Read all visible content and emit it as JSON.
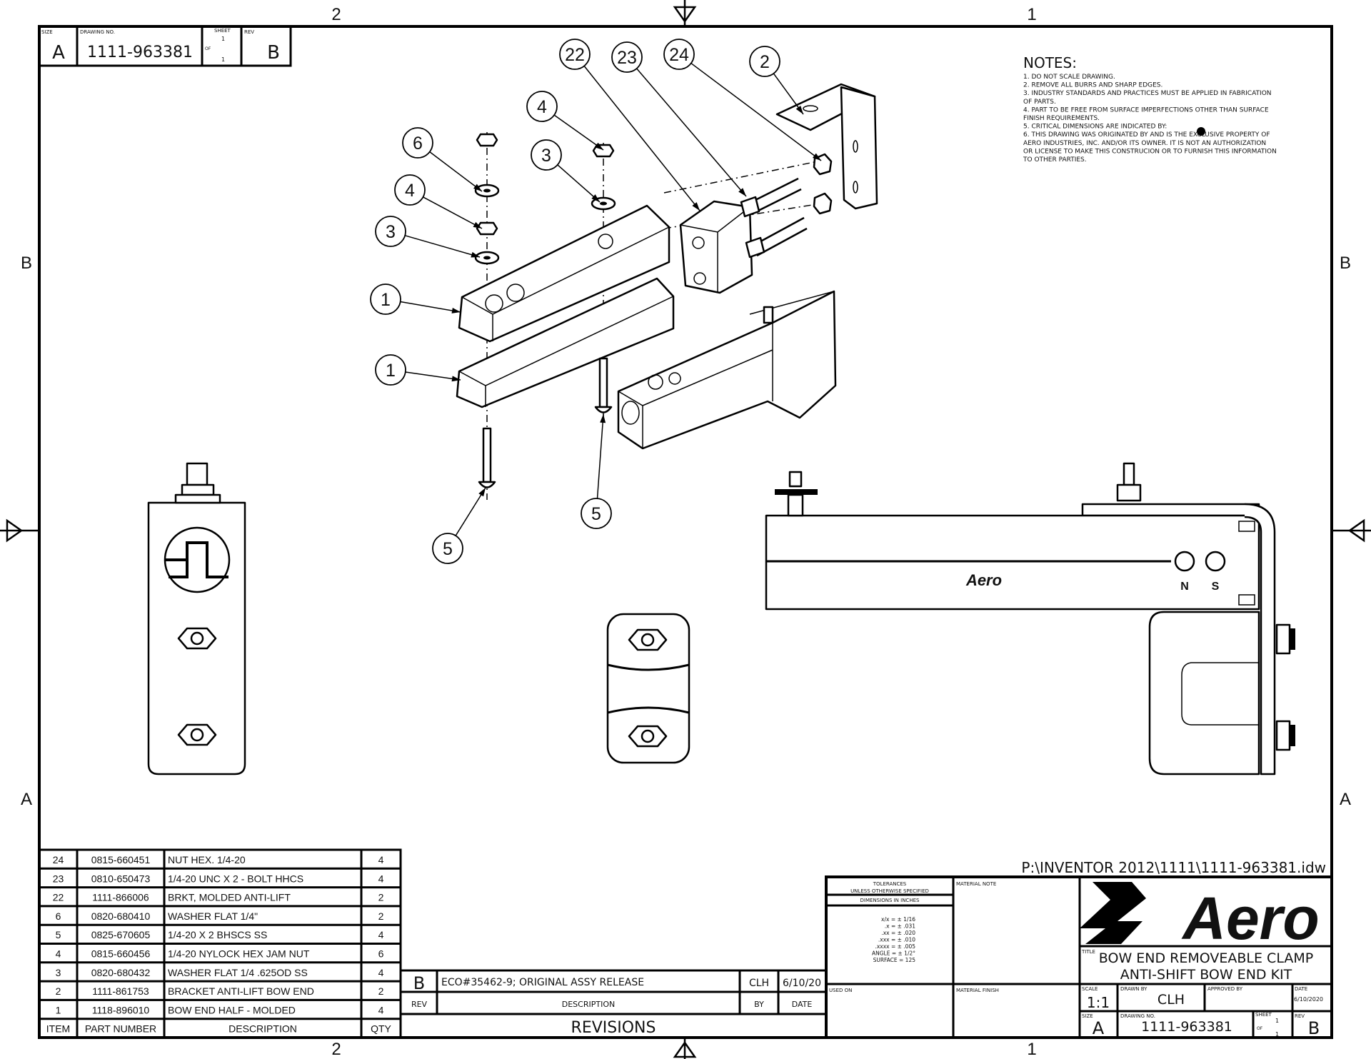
{
  "zones": {
    "top": [
      "2",
      "1"
    ],
    "bottom": [
      "2",
      "1"
    ],
    "left": [
      "B",
      "A"
    ],
    "right": [
      "B",
      "A"
    ]
  },
  "corner_block": {
    "size_label": "SIZE",
    "size": "A",
    "drawing_no_label": "DRAWING NO.",
    "drawing_no": "1111-963381",
    "sheet_label": "SHEET",
    "sheet": "1",
    "of_label": "OF",
    "of": "1",
    "rev_label": "REV",
    "rev": "B"
  },
  "notes": {
    "title": "NOTES:",
    "lines": [
      "1. DO NOT SCALE DRAWING.",
      "2. REMOVE ALL BURRS AND SHARP EDGES.",
      "3. INDUSTRY STANDARDS AND PRACTICES MUST BE APPLIED IN FABRICATION",
      "OF PARTS.",
      "4. PART TO BE FREE FROM SURFACE IMPERFECTIONS OTHER THAN SURFACE",
      "FINISH REQUIREMENTS.",
      "5. CRITICAL DIMENSIONS ARE INDICATED BY:",
      "6. THIS DRAWING WAS ORIGINATED BY AND IS THE EXCLUSIVE PROPERTY OF",
      "AERO INDUSTRIES, INC. AND/OR ITS OWNER.  IT IS NOT AN AUTHORIZATION",
      "OR LICENSE TO MAKE THIS CONSTRUCION OR TO FURNISH THIS INFORMATION",
      "TO OTHER PARTIES."
    ]
  },
  "balloons": [
    "22",
    "23",
    "24",
    "2",
    "4",
    "3",
    "6",
    "4",
    "3",
    "1",
    "1",
    "5",
    "5"
  ],
  "views": {
    "stamp_logo": "Aero",
    "hole_labels": [
      "N",
      "S"
    ]
  },
  "bom": {
    "headers": [
      "ITEM",
      "PART NUMBER",
      "DESCRIPTION",
      "QTY"
    ],
    "rows": [
      [
        "24",
        "0815-660451",
        "NUT HEX. 1/4-20",
        "4"
      ],
      [
        "23",
        "0810-650473",
        "1/4-20 UNC X 2 - BOLT HHCS",
        "4"
      ],
      [
        "22",
        "1111-866006",
        "BRKT, MOLDED ANTI-LIFT",
        "2"
      ],
      [
        "6",
        "0820-680410",
        "WASHER FLAT 1/4\"",
        "2"
      ],
      [
        "5",
        "0825-670605",
        "1/4-20 X 2 BHSCS SS",
        "4"
      ],
      [
        "4",
        "0815-660456",
        "1/4-20 NYLOCK HEX JAM NUT",
        "6"
      ],
      [
        "3",
        "0820-680432",
        "WASHER FLAT 1/4 .625OD SS",
        "4"
      ],
      [
        "2",
        "1111-861753",
        "BRACKET ANTI-LIFT BOW END",
        "2"
      ],
      [
        "1",
        "1118-896010",
        "BOW END HALF - MOLDED",
        "4"
      ]
    ]
  },
  "revisions": {
    "row": {
      "rev": "B",
      "description": "ECO#35462-9; ORIGINAL ASSY RELEASE",
      "by": "CLH",
      "date": "6/10/20"
    },
    "headers": {
      "rev": "REV",
      "description": "DESCRIPTION",
      "by": "BY",
      "date": "DATE"
    },
    "title": "REVISIONS"
  },
  "title_block": {
    "file_path": "P:\\INVENTOR 2012\\1111\\1111-963381.idw",
    "tolerances_label": [
      "TOLERANCES",
      "UNLESS OTHERWISE SPECIFIED"
    ],
    "dimensions_label": "DIMENSIONS IN INCHES",
    "tolerances": [
      "x/x =  ± 1/16",
      ".x =  ± .031",
      ".xx =  ± .020",
      ".xxx =  ± .010",
      ".xxxx =  ± .005",
      "ANGLE =  ± 1/2°",
      "SURFACE =  125"
    ],
    "material_note_label": "MATERIAL NOTE",
    "used_on_label": "USED ON",
    "material_finish_label": "MATERIAL FINISH",
    "logo": "Aero",
    "title_label": "TITLE",
    "title_lines": [
      "BOW END REMOVEABLE CLAMP",
      "ANTI-SHIFT BOW END KIT"
    ],
    "scale_label": "SCALE",
    "scale": "1:1",
    "drawn_by_label": "DRAWN BY",
    "drawn_by": "CLH",
    "approved_by_label": "APPROVED BY",
    "date_label": "DATE",
    "date": "6/10/2020",
    "size_label": "SIZE",
    "size": "A",
    "drawing_no_label": "DRAWING NO.",
    "drawing_no": "1111-963381",
    "sheet_label": "SHEET",
    "sheet": "1",
    "of_label": "OF",
    "of": "1",
    "rev_label": "REV",
    "rev": "B"
  }
}
